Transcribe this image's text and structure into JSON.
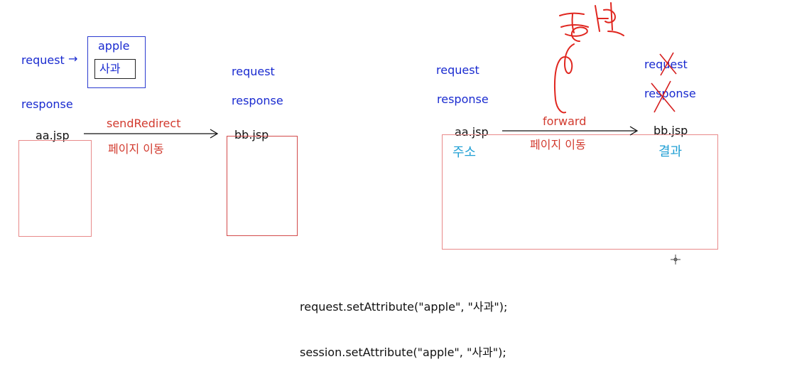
{
  "left": {
    "request": "request",
    "response": "response",
    "attr_name": "apple",
    "attr_value": "사과",
    "source_page": "aa.jsp",
    "target_page": "bb.jsp",
    "target_request": "request",
    "target_response": "response",
    "method": "sendRedirect",
    "method_caption": "페이지 이동"
  },
  "right": {
    "request": "request",
    "response": "response",
    "source_page": "aa.jsp",
    "target_page": "bb.jsp",
    "target_request": "request",
    "target_response": "response",
    "method": "forward",
    "method_caption": "페이지 이동",
    "address_label": "주소",
    "result_label": "결과",
    "handwritten_note": "통합"
  },
  "code": {
    "line1": "request.setAttribute(\"apple\", \"사과\");",
    "line2": "session.setAttribute(\"apple\", \"사과\");"
  },
  "colors": {
    "blue": "#1a2bd0",
    "red": "#d23a2e",
    "cyan": "#1f9fd4",
    "box_red": "#e88a8a"
  }
}
